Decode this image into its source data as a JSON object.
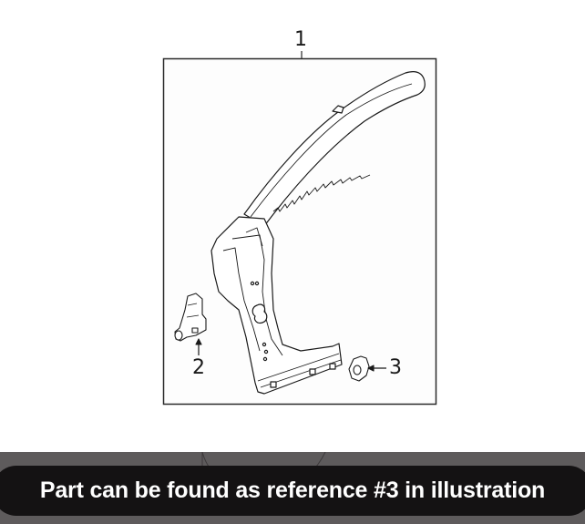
{
  "illustration": {
    "callouts": [
      {
        "id": "1",
        "label": "1",
        "part": "pillar-reinforcement"
      },
      {
        "id": "2",
        "label": "2",
        "part": "clip-bracket"
      },
      {
        "id": "3",
        "label": "3",
        "part": "nut-retainer"
      }
    ]
  },
  "banner": {
    "text": "Part can be found as reference #3 in illustration"
  },
  "colors": {
    "band": "#5e5b5c",
    "banner_bg": "#141213",
    "banner_text": "#ffffff",
    "line": "#1a1a1a"
  }
}
